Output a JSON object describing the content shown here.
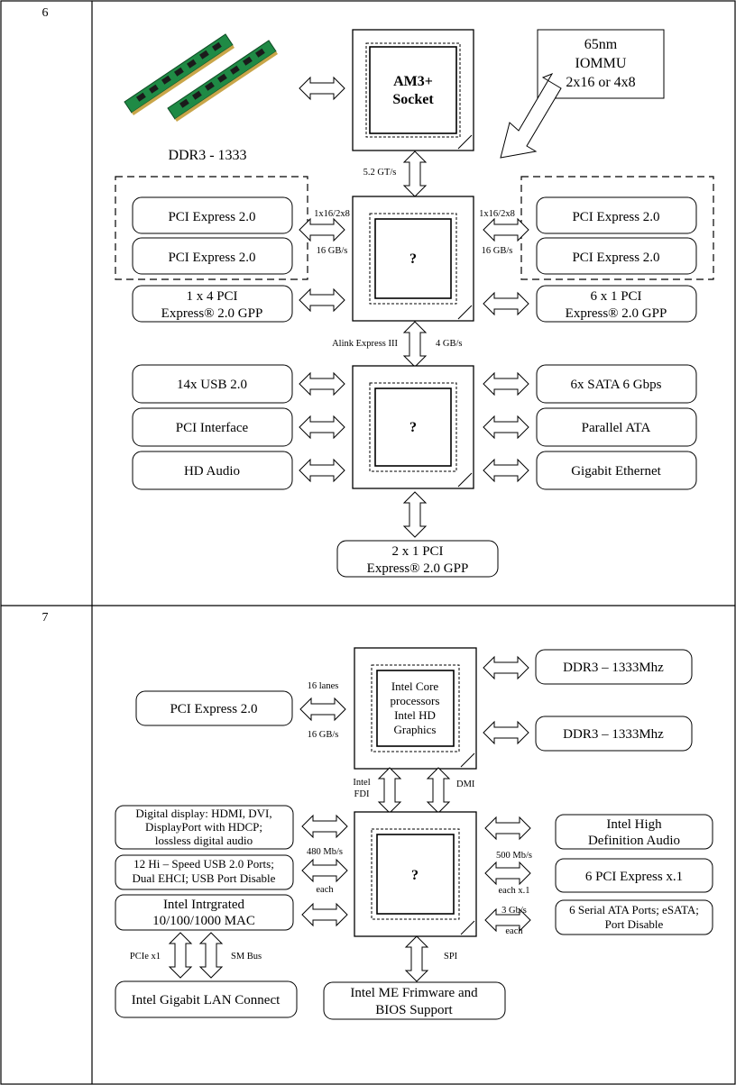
{
  "rows": [
    {
      "number": "6",
      "memory_label": "DDR3 - 1333",
      "socket": [
        "AM3+",
        "Socket"
      ],
      "callout": [
        "65nm",
        "IOMMU",
        "2x16 or 4x8"
      ],
      "northbridge_label": "?",
      "southbridge_label": "?",
      "link_socket": "5.2 GT/s",
      "pcie_left_top": "1x16/2x8",
      "pcie_left_bottom": "16 GB/s",
      "pcie_right_top": "1x16/2x8",
      "pcie_right_bottom": "16 GB/s",
      "alink_left": "Alink Express III",
      "alink_right": "4 GB/s",
      "left_nb": [
        "PCI Express 2.0",
        "PCI Express 2.0"
      ],
      "left_gpp": [
        "1 x 4 PCI",
        "Express® 2.0 GPP"
      ],
      "right_nb": [
        "PCI Express 2.0",
        "PCI Express 2.0"
      ],
      "right_gpp": [
        "6 x 1 PCI",
        "Express® 2.0 GPP"
      ],
      "left_sb": [
        "14x USB 2.0",
        "PCI Interface",
        "HD Audio"
      ],
      "right_sb": [
        "6x SATA 6 Gbps",
        "Parallel ATA",
        "Gigabit Ethernet"
      ],
      "bottom_gpp": [
        "2 x 1 PCI",
        "Express® 2.0 GPP"
      ]
    },
    {
      "number": "7",
      "cpu": [
        "Intel Core",
        "processors",
        "Intel HD",
        "Graphics"
      ],
      "pch_label": "?",
      "pcie": "PCI Express 2.0",
      "pcie_top": "16 lanes",
      "pcie_bottom": "16 GB/s",
      "ddr": [
        "DDR3 – 1333Mhz",
        "DDR3 – 1333Mhz"
      ],
      "fdi": [
        "Intel",
        "FDI"
      ],
      "dmi": "DMI",
      "display": [
        "Digital display: HDMI, DVI,",
        "DisplayPort with HDCP;",
        "lossless digital audio"
      ],
      "usb": [
        "12 Hi – Speed USB 2.0 Ports;",
        "Dual EHCI; USB Port Disable"
      ],
      "usb_rate_top": "480 Mb/s",
      "usb_rate_bottom": "each",
      "mac": [
        "Intel Intrgrated",
        "10/100/1000 MAC"
      ],
      "hd_audio": [
        "Intel High",
        "Definition Audio"
      ],
      "pcie_x1": "6 PCI Express x.1",
      "pcie_rate_top": "500 Mb/s",
      "pcie_rate_bottom": "each x.1",
      "sata": [
        "6 Serial ATA Ports; eSATA;",
        "Port Disable"
      ],
      "sata_rate_top": "3 Gb/s",
      "sata_rate_bottom": "each",
      "pcie_x1_link": "PCIe x1",
      "smbus": "SM Bus",
      "lan": "Intel Gigabit LAN Connect",
      "spi": "SPI",
      "me": [
        "Intel ME Frimware and",
        "BIOS Support"
      ]
    }
  ]
}
